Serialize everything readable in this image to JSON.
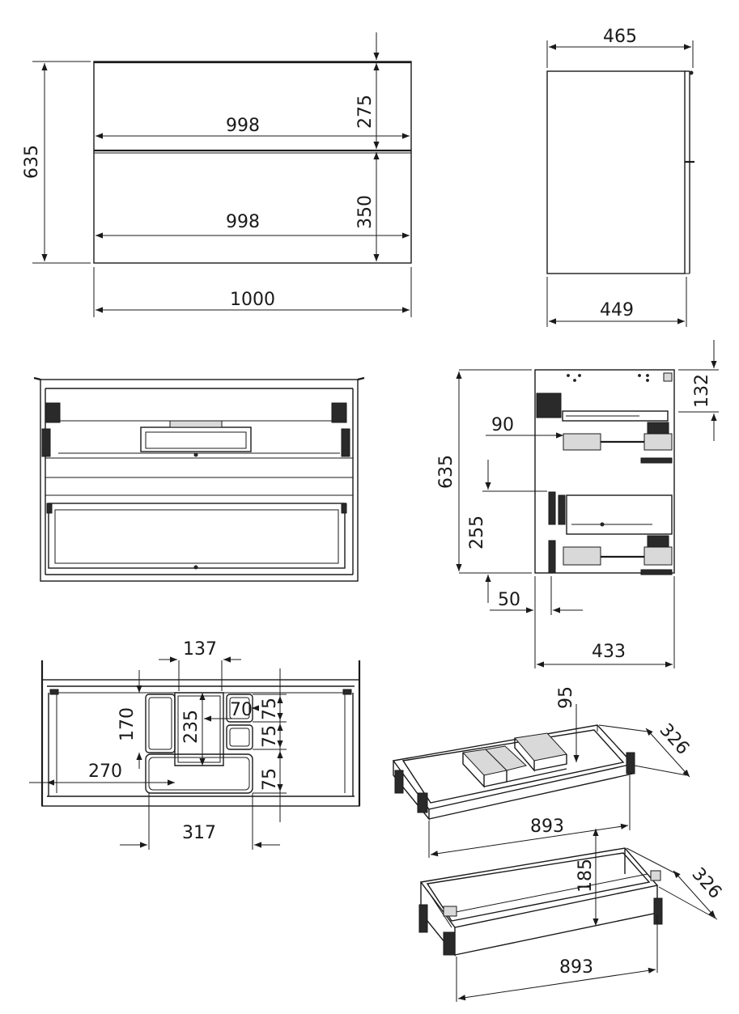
{
  "dimensions": {
    "front_total_height": "635",
    "front_drawer_width_top": "998",
    "front_drawer_width_bottom": "998",
    "front_drawer_height_top": "275",
    "front_drawer_height_bottom": "350",
    "front_total_width": "1000",
    "side_depth_top": "465",
    "side_depth_bottom": "449",
    "section_height": "635",
    "section_top_gap": "132",
    "section_drawer_offset": "90",
    "section_lower_height": "255",
    "section_foot_offset": "50",
    "section_depth": "433",
    "organizer_width_top": "137",
    "organizer_depth_left": "170",
    "organizer_depth_center": "235",
    "organizer_small_width": "70",
    "organizer_row_1": "75",
    "organizer_row_2": "75",
    "organizer_row_3": "75",
    "organizer_offset": "270",
    "organizer_total_width": "317",
    "upper_drawer_height": "95",
    "upper_drawer_depth": "326",
    "upper_drawer_width": "893",
    "lower_drawer_height": "185",
    "lower_drawer_depth": "326",
    "lower_drawer_width": "893"
  }
}
